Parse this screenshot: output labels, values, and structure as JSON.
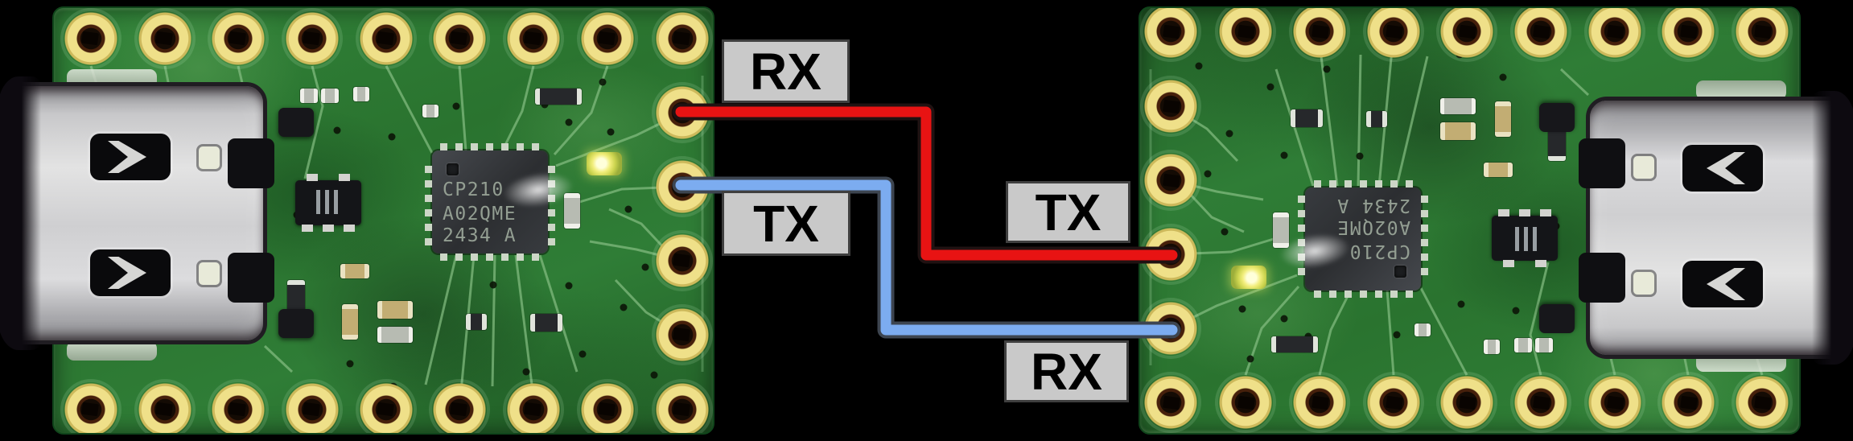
{
  "diagram": {
    "type": "uart-crossover-wiring",
    "background_color": "#000000"
  },
  "boards": {
    "left": {
      "name": "cp210x-usb-serial-adapter",
      "usb_connector_side": "left"
    },
    "right": {
      "name": "cp210x-usb-serial-adapter",
      "usb_connector_side": "right"
    }
  },
  "chip": {
    "marking_line1": "CP210",
    "marking_line2": "A02QME",
    "marking_line3": "2434 A"
  },
  "pin_labels": {
    "left_rx": "RX",
    "left_tx": "TX",
    "right_tx": "TX",
    "right_rx": "RX"
  },
  "wires": {
    "red": {
      "color": "#e81313",
      "outline_color": "#201212",
      "connects": "left-board RX pin to right-board TX pin"
    },
    "blue": {
      "color": "#7cacf0",
      "outline_color": "#3d4550",
      "connects": "left-board TX pin to right-board RX pin"
    }
  },
  "label_style": {
    "background": "#c9c9c9",
    "border_color": "#3f3f3f",
    "text_color": "#000000"
  }
}
